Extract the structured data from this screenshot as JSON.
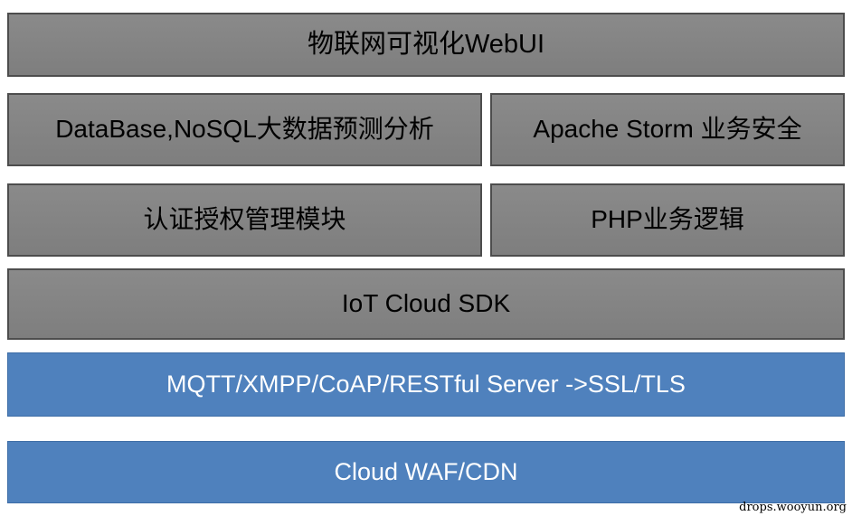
{
  "diagram": {
    "layers": {
      "webui": "物联网可视化WebUI",
      "database": "DataBase,NoSQL大数据预测分析",
      "storm": "Apache Storm 业务安全",
      "auth": "认证授权管理模块",
      "php": "PHP业务逻辑",
      "sdk": "IoT Cloud SDK",
      "server": "MQTT/XMPP/CoAP/RESTful Server ->SSL/TLS",
      "waf": "Cloud WAF/CDN"
    },
    "watermark": "drops.wooyun.org",
    "colors": {
      "gray_fill": "#848484",
      "gray_border": "#4d4d4d",
      "blue_fill": "#4f81bd",
      "text_on_gray": "#000000",
      "text_on_blue": "#ffffff",
      "background": "#ffffff"
    }
  }
}
